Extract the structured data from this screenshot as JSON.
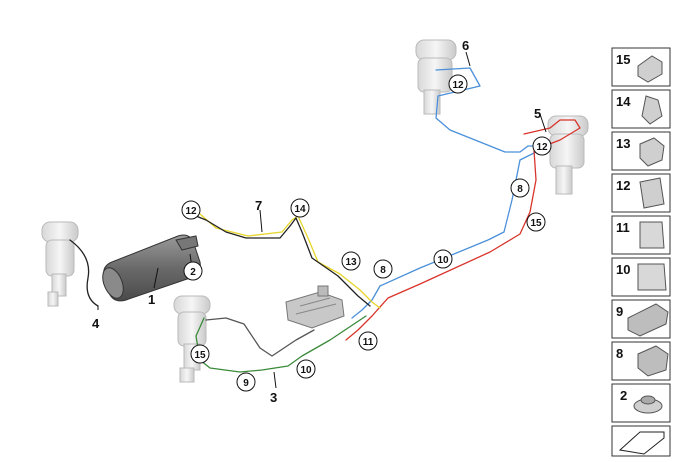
{
  "diagram": {
    "callouts": {
      "c1": "1",
      "c2": "2",
      "c3": "3",
      "c4": "4",
      "c5": "5",
      "c6": "6",
      "c7": "7",
      "c8": "8",
      "c8b": "8",
      "c9": "9",
      "c10": "10",
      "c10b": "10",
      "c11": "11",
      "c12a": "12",
      "c12b": "12",
      "c12c": "12",
      "c13": "13",
      "c14": "14",
      "c15a": "15",
      "c15b": "15"
    },
    "legend": [
      "15",
      "14",
      "13",
      "12",
      "11",
      "10",
      "9",
      "8",
      "2"
    ],
    "colors": {
      "blue": "#4a90d9",
      "red": "#d9342b",
      "yellow": "#e6d52a",
      "green": "#3a8a3a",
      "black": "#222222"
    }
  }
}
